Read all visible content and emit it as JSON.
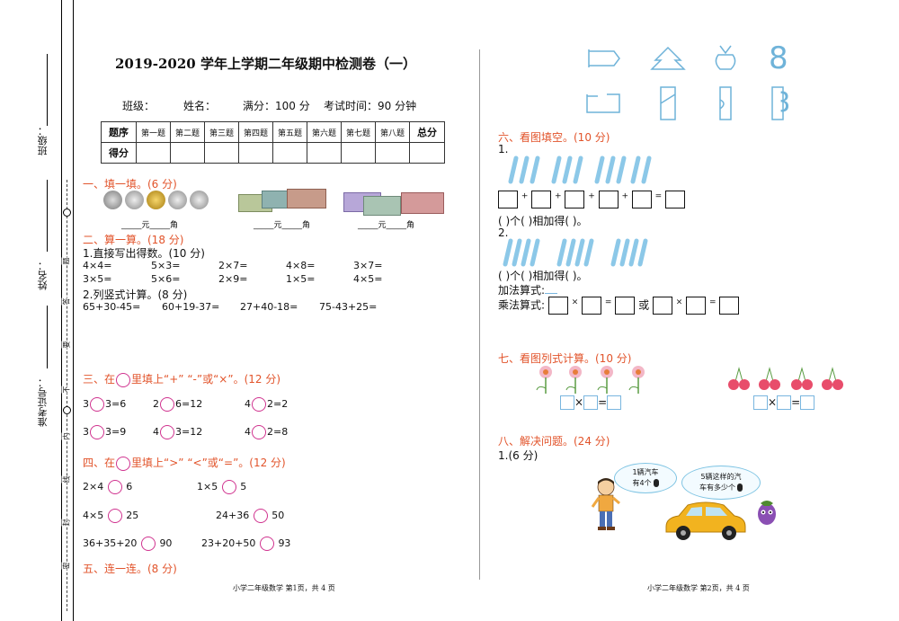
{
  "binding": {
    "class_label": "班级：",
    "name_label": "姓名：",
    "id_label": "准考证号：",
    "seal_chars": [
      "题",
      "答",
      "要",
      "不",
      "内",
      "线",
      "封",
      "密"
    ]
  },
  "header": {
    "title": "2019-2020 学年上学期二年级期中检测卷（一）",
    "info": {
      "class": "班级：",
      "name": "姓名：",
      "full_score": "满分：100 分",
      "time": "考试时间：90 分钟"
    }
  },
  "score_table": {
    "row1_label": "题序",
    "columns": [
      "第一题",
      "第二题",
      "第三题",
      "第四题",
      "第五题",
      "第六题",
      "第七题",
      "第八题"
    ],
    "total_label": "总分",
    "row2_label": "得分"
  },
  "sec1": {
    "title": "一、填一填。(6 分)",
    "blanks": [
      "_____元_____角",
      "_____元_____角",
      "_____元_____角"
    ]
  },
  "sec2": {
    "title": "二、算一算。(18 分)",
    "sub1": "1.直接写出得数。(10 分)",
    "row1": [
      "4×4=",
      "5×3=",
      "2×7=",
      "4×8=",
      "3×7="
    ],
    "row2": [
      "3×5=",
      "5×6=",
      "2×9=",
      "1×5=",
      "4×5="
    ],
    "sub2": "2.列竖式计算。(8 分)",
    "row3": [
      "65+30-45=",
      "60+19-37=",
      "27+40-18=",
      "75-43+25="
    ]
  },
  "sec3": {
    "title_a": "三、在",
    "title_b": "里填上“+” “-”或“×”。(12 分)",
    "items": [
      {
        "l": "3",
        "r": "3=6"
      },
      {
        "l": "2",
        "r": "6=12"
      },
      {
        "l": "4",
        "r": "2=2"
      },
      {
        "l": "3",
        "r": "3=9"
      },
      {
        "l": "4",
        "r": "3=12"
      },
      {
        "l": "4",
        "r": "2=8"
      }
    ]
  },
  "sec4": {
    "title_a": "四、在",
    "title_b": "里填上“>” “<”或“=”。(12 分)",
    "items": [
      {
        "l": "2×4",
        "r": "6"
      },
      {
        "l": "1×5",
        "r": "5"
      },
      {
        "l": "4×5",
        "r": "25"
      },
      {
        "l": "24+36",
        "r": "50"
      },
      {
        "l": "36+35+20",
        "r": "90"
      },
      {
        "l": "23+20+50",
        "r": "93"
      }
    ]
  },
  "sec5": {
    "title": "五、连一连。(8 分)"
  },
  "footer": {
    "left": "小学二年级数学   第1页，共 4 页",
    "right": "小学二年级数学  第2页，共 4 页"
  },
  "shapes": {
    "digit": "8"
  },
  "sec6": {
    "title": "六、看图填空。(10 分)",
    "q1": "1.",
    "plus": "+",
    "eq": "=",
    "fill": "(      )个(      )相加得(      )。",
    "q2": "2.",
    "add_label": "加法算式:",
    "mul_label": "乘法算式:",
    "times": "×",
    "or": "或"
  },
  "sec7": {
    "title": "七、看图列式计算。(10 分)",
    "times": "×",
    "eq": "="
  },
  "sec8": {
    "title": "八、解决问题。(24 分)",
    "q1": "1.(6 分)",
    "bubble1_l1": "1辆汽车",
    "bubble1_l2": "有4个",
    "bubble2_l1": "5辆这样的汽",
    "bubble2_l2": "车有多少个"
  }
}
